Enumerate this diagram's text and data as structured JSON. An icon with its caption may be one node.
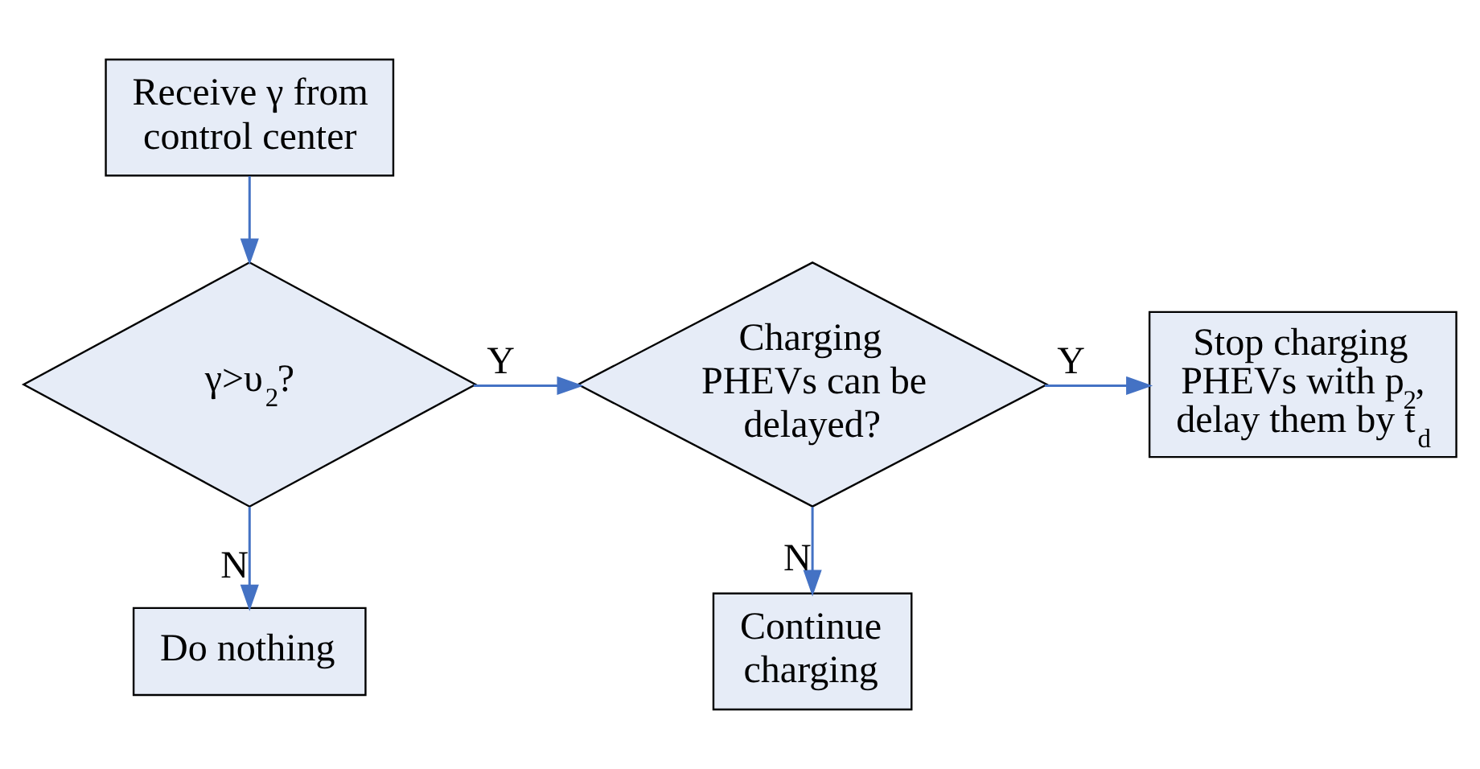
{
  "diagram": {
    "nodes": [
      {
        "text": [
          "Receive γ from control center"
        ]
      },
      {
        "text": [
          "γ>υ$_{2}$?"
        ]
      },
      {
        "text": [
          "Charging PHEVs can be delayed?"
        ]
      },
      {
        "text": [
          "Stop charging PHEVs with p$_{2}$, delay them by t$_{d}$"
        ]
      },
      {
        "text": [
          "Do nothing"
        ]
      },
      {
        "text": [
          "Continue charging"
        ]
      }
    ],
    "edges": [
      {
        "from": 0,
        "to": 1,
        "arrow": "to"
      },
      {
        "from": 1,
        "to": 2,
        "arrow": "to",
        "label": "Y"
      },
      {
        "from": 2,
        "to": 3,
        "arrow": "to",
        "label": "Y"
      },
      {
        "from": 1,
        "to": 4,
        "arrow": "to",
        "label": "N"
      },
      {
        "from": 2,
        "to": 5,
        "arrow": "to",
        "label": "N"
      }
    ]
  }
}
